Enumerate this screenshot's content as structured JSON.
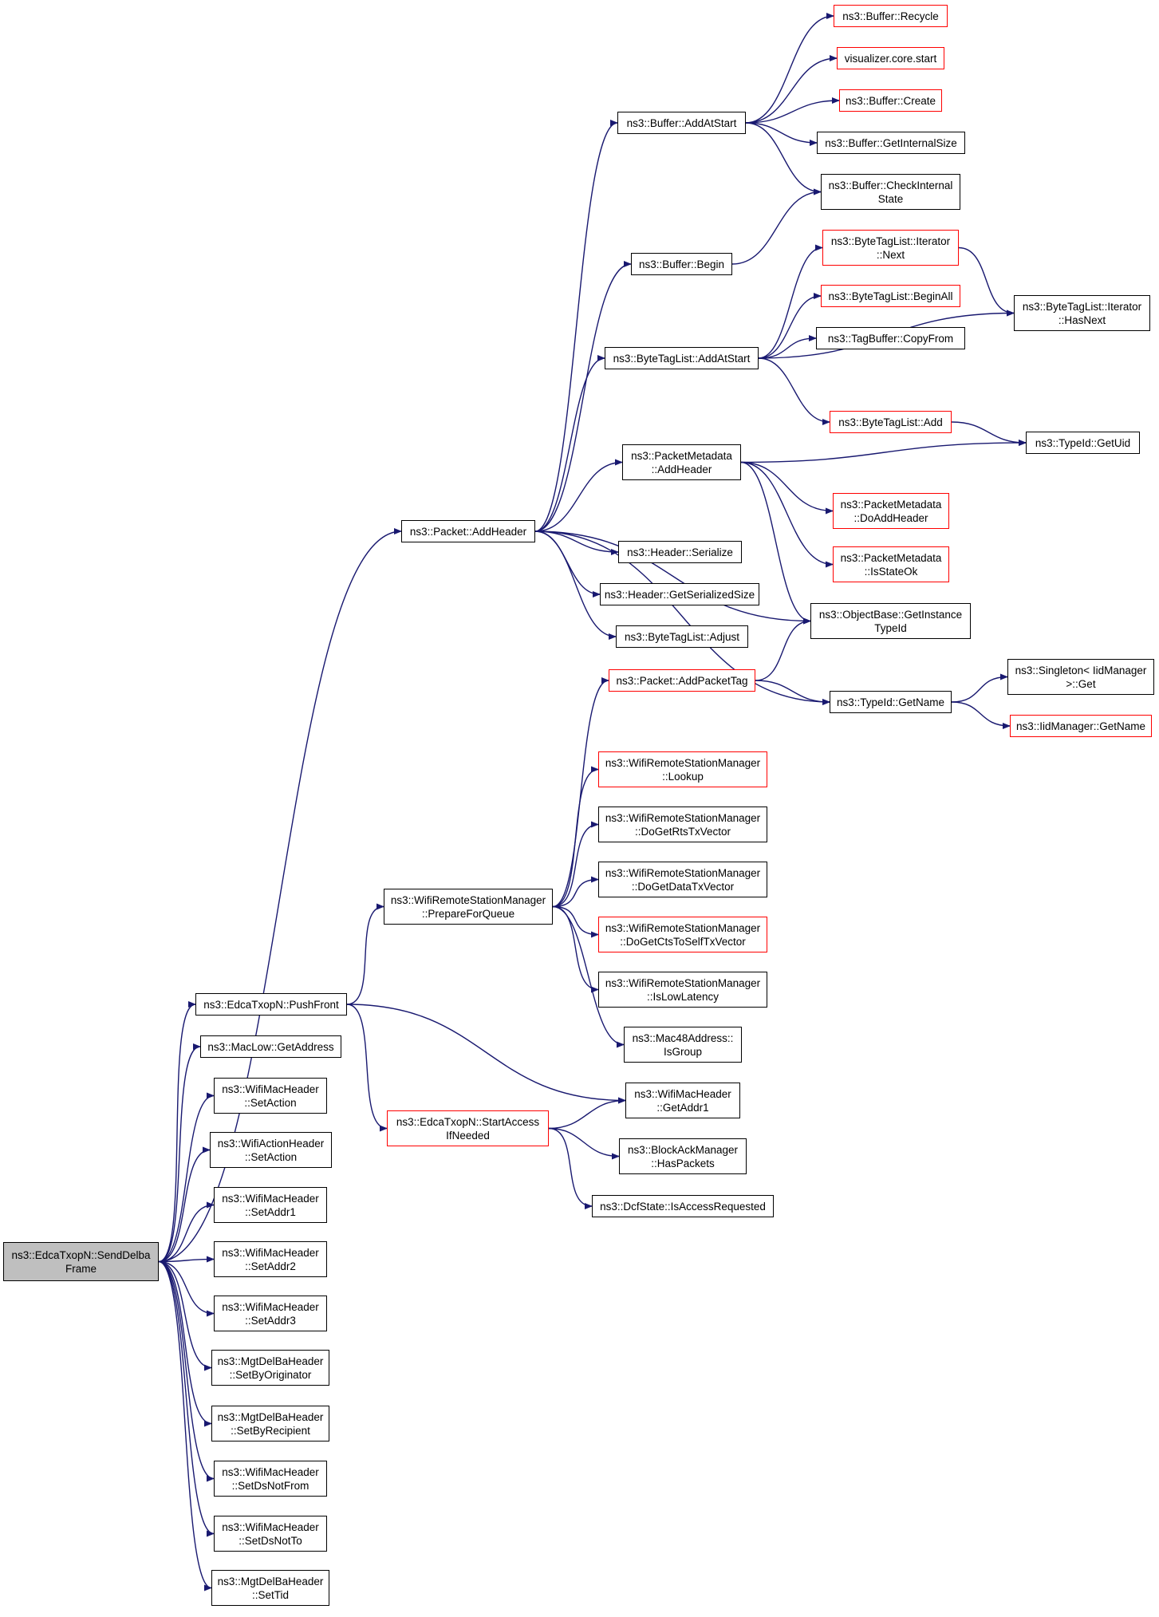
{
  "colors": {
    "edge": "#191970",
    "border_default": "#000000",
    "border_incomplete": "#ff0000",
    "root_fill": "#bfbfbf"
  },
  "nodes": [
    {
      "id": "send_delba",
      "label": "ns3::EdcaTxopN::SendDelba\nFrame",
      "style": "root"
    },
    {
      "id": "add_header",
      "label": "ns3::Packet::AddHeader",
      "style": "normal"
    },
    {
      "id": "push_front",
      "label": "ns3::EdcaTxopN::PushFront",
      "style": "normal"
    },
    {
      "id": "maclow_getaddress",
      "label": "ns3::MacLow::GetAddress",
      "style": "normal"
    },
    {
      "id": "wmh_setaction",
      "label": "ns3::WifiMacHeader\n::SetAction",
      "style": "normal"
    },
    {
      "id": "wah_setaction",
      "label": "ns3::WifiActionHeader\n::SetAction",
      "style": "normal"
    },
    {
      "id": "setaddr1",
      "label": "ns3::WifiMacHeader\n::SetAddr1",
      "style": "normal"
    },
    {
      "id": "setaddr2",
      "label": "ns3::WifiMacHeader\n::SetAddr2",
      "style": "normal"
    },
    {
      "id": "setaddr3",
      "label": "ns3::WifiMacHeader\n::SetAddr3",
      "style": "normal"
    },
    {
      "id": "setbyoriginator",
      "label": "ns3::MgtDelBaHeader\n::SetByOriginator",
      "style": "normal"
    },
    {
      "id": "setbyrecipient",
      "label": "ns3::MgtDelBaHeader\n::SetByRecipient",
      "style": "normal"
    },
    {
      "id": "setdsnotfrom",
      "label": "ns3::WifiMacHeader\n::SetDsNotFrom",
      "style": "normal"
    },
    {
      "id": "setdsnotto",
      "label": "ns3::WifiMacHeader\n::SetDsNotTo",
      "style": "normal"
    },
    {
      "id": "settid",
      "label": "ns3::MgtDelBaHeader\n::SetTid",
      "style": "normal"
    },
    {
      "id": "buffer_addatstart",
      "label": "ns3::Buffer::AddAtStart",
      "style": "normal"
    },
    {
      "id": "buffer_begin",
      "label": "ns3::Buffer::Begin",
      "style": "normal"
    },
    {
      "id": "btl_addatstart",
      "label": "ns3::ByteTagList::AddAtStart",
      "style": "normal"
    },
    {
      "id": "pm_addheader",
      "label": "ns3::PacketMetadata\n::AddHeader",
      "style": "normal"
    },
    {
      "id": "header_serialize",
      "label": "ns3::Header::Serialize",
      "style": "normal"
    },
    {
      "id": "header_getserializedsize",
      "label": "ns3::Header::GetSerializedSize",
      "style": "normal"
    },
    {
      "id": "btl_adjust",
      "label": "ns3::ByteTagList::Adjust",
      "style": "normal"
    },
    {
      "id": "objectbase_gettypeid",
      "label": "ns3::ObjectBase::GetInstance\nTypeId",
      "style": "normal"
    },
    {
      "id": "typeid_getname",
      "label": "ns3::TypeId::GetName",
      "style": "normal"
    },
    {
      "id": "buffer_recycle",
      "label": "ns3::Buffer::Recycle",
      "style": "incomplete"
    },
    {
      "id": "viz_start",
      "label": "visualizer.core.start",
      "style": "incomplete"
    },
    {
      "id": "buffer_create",
      "label": "ns3::Buffer::Create",
      "style": "incomplete"
    },
    {
      "id": "buffer_getinternalsize",
      "label": "ns3::Buffer::GetInternalSize",
      "style": "normal"
    },
    {
      "id": "buffer_checkinternalstate",
      "label": "ns3::Buffer::CheckInternal\nState",
      "style": "normal"
    },
    {
      "id": "btl_iter_next",
      "label": "ns3::ByteTagList::Iterator\n::Next",
      "style": "incomplete"
    },
    {
      "id": "btl_beginall",
      "label": "ns3::ByteTagList::BeginAll",
      "style": "incomplete"
    },
    {
      "id": "tagbuffer_copyfrom",
      "label": "ns3::TagBuffer::CopyFrom",
      "style": "normal"
    },
    {
      "id": "btl_add",
      "label": "ns3::ByteTagList::Add",
      "style": "incomplete"
    },
    {
      "id": "btl_iter_hasnext",
      "label": "ns3::ByteTagList::Iterator\n::HasNext",
      "style": "normal"
    },
    {
      "id": "typeid_getuid",
      "label": "ns3::TypeId::GetUid",
      "style": "normal"
    },
    {
      "id": "pm_doaddheader",
      "label": "ns3::PacketMetadata\n::DoAddHeader",
      "style": "incomplete"
    },
    {
      "id": "pm_isstateok",
      "label": "ns3::PacketMetadata\n::IsStateOk",
      "style": "incomplete"
    },
    {
      "id": "packet_addpackettag",
      "label": "ns3::Packet::AddPacketTag",
      "style": "incomplete"
    },
    {
      "id": "singleton_get",
      "label": "ns3::Singleton< IidManager\n>::Get",
      "style": "normal"
    },
    {
      "id": "iidmanager_getname",
      "label": "ns3::IidManager::GetName",
      "style": "incomplete"
    },
    {
      "id": "wrsm_prepareforqueue",
      "label": "ns3::WifiRemoteStationManager\n::PrepareForQueue",
      "style": "normal"
    },
    {
      "id": "wrsm_lookup",
      "label": "ns3::WifiRemoteStationManager\n::Lookup",
      "style": "incomplete"
    },
    {
      "id": "wrsm_dogetrtstxvector",
      "label": "ns3::WifiRemoteStationManager\n::DoGetRtsTxVector",
      "style": "normal"
    },
    {
      "id": "wrsm_dogetdatatxvector",
      "label": "ns3::WifiRemoteStationManager\n::DoGetDataTxVector",
      "style": "normal"
    },
    {
      "id": "wrsm_dogetctstoselftxvector",
      "label": "ns3::WifiRemoteStationManager\n::DoGetCtsToSelfTxVector",
      "style": "incomplete"
    },
    {
      "id": "wrsm_islowlatency",
      "label": "ns3::WifiRemoteStationManager\n::IsLowLatency",
      "style": "normal"
    },
    {
      "id": "mac48_isgroup",
      "label": "ns3::Mac48Address::\nIsGroup",
      "style": "normal"
    },
    {
      "id": "edca_startaccess",
      "label": "ns3::EdcaTxopN::StartAccess\nIfNeeded",
      "style": "incomplete"
    },
    {
      "id": "wmh_getaddr1",
      "label": "ns3::WifiMacHeader\n::GetAddr1",
      "style": "normal"
    },
    {
      "id": "bam_haspackets",
      "label": "ns3::BlockAckManager\n::HasPackets",
      "style": "normal"
    },
    {
      "id": "dcfstate_isaccessrequested",
      "label": "ns3::DcfState::IsAccessRequested",
      "style": "normal"
    }
  ],
  "edges": [
    [
      "send_delba",
      "add_header"
    ],
    [
      "send_delba",
      "push_front"
    ],
    [
      "send_delba",
      "maclow_getaddress"
    ],
    [
      "send_delba",
      "wmh_setaction"
    ],
    [
      "send_delba",
      "wah_setaction"
    ],
    [
      "send_delba",
      "setaddr1"
    ],
    [
      "send_delba",
      "setaddr2"
    ],
    [
      "send_delba",
      "setaddr3"
    ],
    [
      "send_delba",
      "setbyoriginator"
    ],
    [
      "send_delba",
      "setbyrecipient"
    ],
    [
      "send_delba",
      "setdsnotfrom"
    ],
    [
      "send_delba",
      "setdsnotto"
    ],
    [
      "send_delba",
      "settid"
    ],
    [
      "add_header",
      "buffer_addatstart"
    ],
    [
      "add_header",
      "buffer_begin"
    ],
    [
      "add_header",
      "btl_addatstart"
    ],
    [
      "add_header",
      "pm_addheader"
    ],
    [
      "add_header",
      "header_serialize"
    ],
    [
      "add_header",
      "header_getserializedsize"
    ],
    [
      "add_header",
      "btl_adjust"
    ],
    [
      "add_header",
      "objectbase_gettypeid"
    ],
    [
      "add_header",
      "typeid_getname"
    ],
    [
      "buffer_addatstart",
      "buffer_recycle"
    ],
    [
      "buffer_addatstart",
      "viz_start"
    ],
    [
      "buffer_addatstart",
      "buffer_create"
    ],
    [
      "buffer_addatstart",
      "buffer_getinternalsize"
    ],
    [
      "buffer_addatstart",
      "buffer_checkinternalstate"
    ],
    [
      "buffer_begin",
      "buffer_checkinternalstate"
    ],
    [
      "btl_addatstart",
      "btl_iter_next"
    ],
    [
      "btl_addatstart",
      "btl_beginall"
    ],
    [
      "btl_addatstart",
      "tagbuffer_copyfrom"
    ],
    [
      "btl_addatstart",
      "btl_iter_hasnext"
    ],
    [
      "btl_addatstart",
      "btl_add"
    ],
    [
      "btl_iter_next",
      "btl_iter_hasnext"
    ],
    [
      "btl_add",
      "typeid_getuid"
    ],
    [
      "pm_addheader",
      "typeid_getuid"
    ],
    [
      "pm_addheader",
      "pm_doaddheader"
    ],
    [
      "pm_addheader",
      "pm_isstateok"
    ],
    [
      "pm_addheader",
      "objectbase_gettypeid"
    ],
    [
      "packet_addpackettag",
      "objectbase_gettypeid"
    ],
    [
      "packet_addpackettag",
      "typeid_getname"
    ],
    [
      "typeid_getname",
      "singleton_get"
    ],
    [
      "typeid_getname",
      "iidmanager_getname"
    ],
    [
      "push_front",
      "wrsm_prepareforqueue"
    ],
    [
      "push_front",
      "wmh_getaddr1"
    ],
    [
      "push_front",
      "edca_startaccess"
    ],
    [
      "wrsm_prepareforqueue",
      "packet_addpackettag"
    ],
    [
      "wrsm_prepareforqueue",
      "wrsm_lookup"
    ],
    [
      "wrsm_prepareforqueue",
      "wrsm_dogetrtstxvector"
    ],
    [
      "wrsm_prepareforqueue",
      "wrsm_dogetdatatxvector"
    ],
    [
      "wrsm_prepareforqueue",
      "wrsm_dogetctstoselftxvector"
    ],
    [
      "wrsm_prepareforqueue",
      "wrsm_islowlatency"
    ],
    [
      "wrsm_prepareforqueue",
      "mac48_isgroup"
    ],
    [
      "edca_startaccess",
      "wmh_getaddr1"
    ],
    [
      "edca_startaccess",
      "bam_haspackets"
    ],
    [
      "edca_startaccess",
      "dcfstate_isaccessrequested"
    ]
  ]
}
